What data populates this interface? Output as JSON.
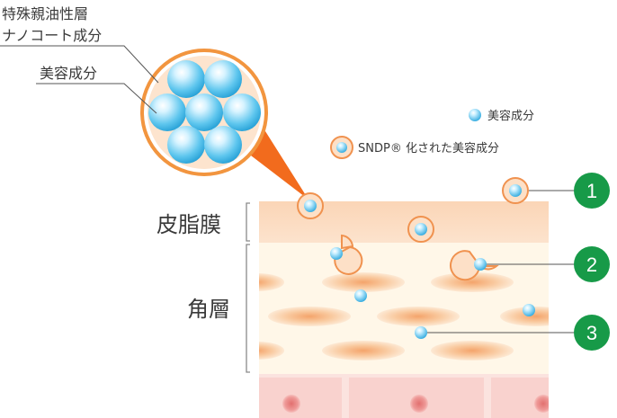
{
  "labels": {
    "nano_line1": "特殊親油性層",
    "nano_line2": "ナノコート成分",
    "inner_beauty": "美容成分"
  },
  "legend": [
    {
      "label": "美容成分",
      "icon": "beauty-ingredient-dot-icon"
    },
    {
      "label": "SNDP® 化された美容成分",
      "icon": "sndp-capsule-icon"
    }
  ],
  "layers": {
    "sebum": "皮脂膜",
    "stratum": "角層"
  },
  "markers": [
    "1",
    "2",
    "3"
  ],
  "colors": {
    "ingredient": "#5bc8ee",
    "capsule_ring": "#f09a5a",
    "zoom_fill": "#f26b1d",
    "marker_green": "#179a48",
    "sebum_layer": "#fbdcc2",
    "stratum_bg": "#fff6e6",
    "lipid_lens": "#f5b07f",
    "basal_bg": "#fbe1dd",
    "basal_cell": "#ec8c8a"
  }
}
